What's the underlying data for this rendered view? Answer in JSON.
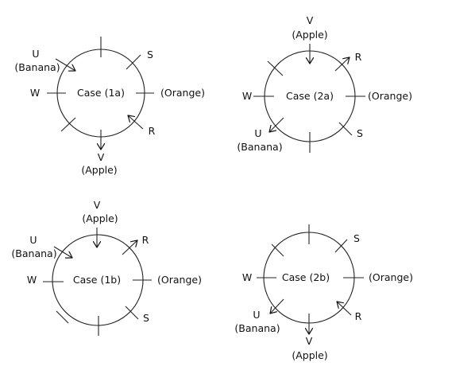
{
  "diagrams": [
    {
      "id": "case-1a",
      "title": "Case (1a)",
      "labels": {
        "u_letter": "U",
        "u_fruit": "(Banana)",
        "w": "W",
        "s": "S",
        "orange": "(Orange)",
        "r": "R",
        "v_letter": "V",
        "v_fruit": "(Apple)"
      }
    },
    {
      "id": "case-2a",
      "title": "Case (2a)",
      "labels": {
        "v_letter": "V",
        "v_fruit": "(Apple)",
        "r": "R",
        "w": "W",
        "orange": "(Orange)",
        "u_letter": "U",
        "u_fruit": "(Banana)",
        "s": "S"
      }
    },
    {
      "id": "case-1b",
      "title": "Case (1b)",
      "labels": {
        "v_letter": "V",
        "v_fruit": "(Apple)",
        "u_letter": "U",
        "u_fruit": "(Banana)",
        "r": "R",
        "w": "W",
        "orange": "(Orange)",
        "s": "S"
      }
    },
    {
      "id": "case-2b",
      "title": "Case (2b)",
      "labels": {
        "s": "S",
        "w": "W",
        "orange": "(Orange)",
        "u_letter": "U",
        "u_fruit": "(Banana)",
        "r": "R",
        "v_letter": "V",
        "v_fruit": "(Apple)"
      }
    }
  ]
}
